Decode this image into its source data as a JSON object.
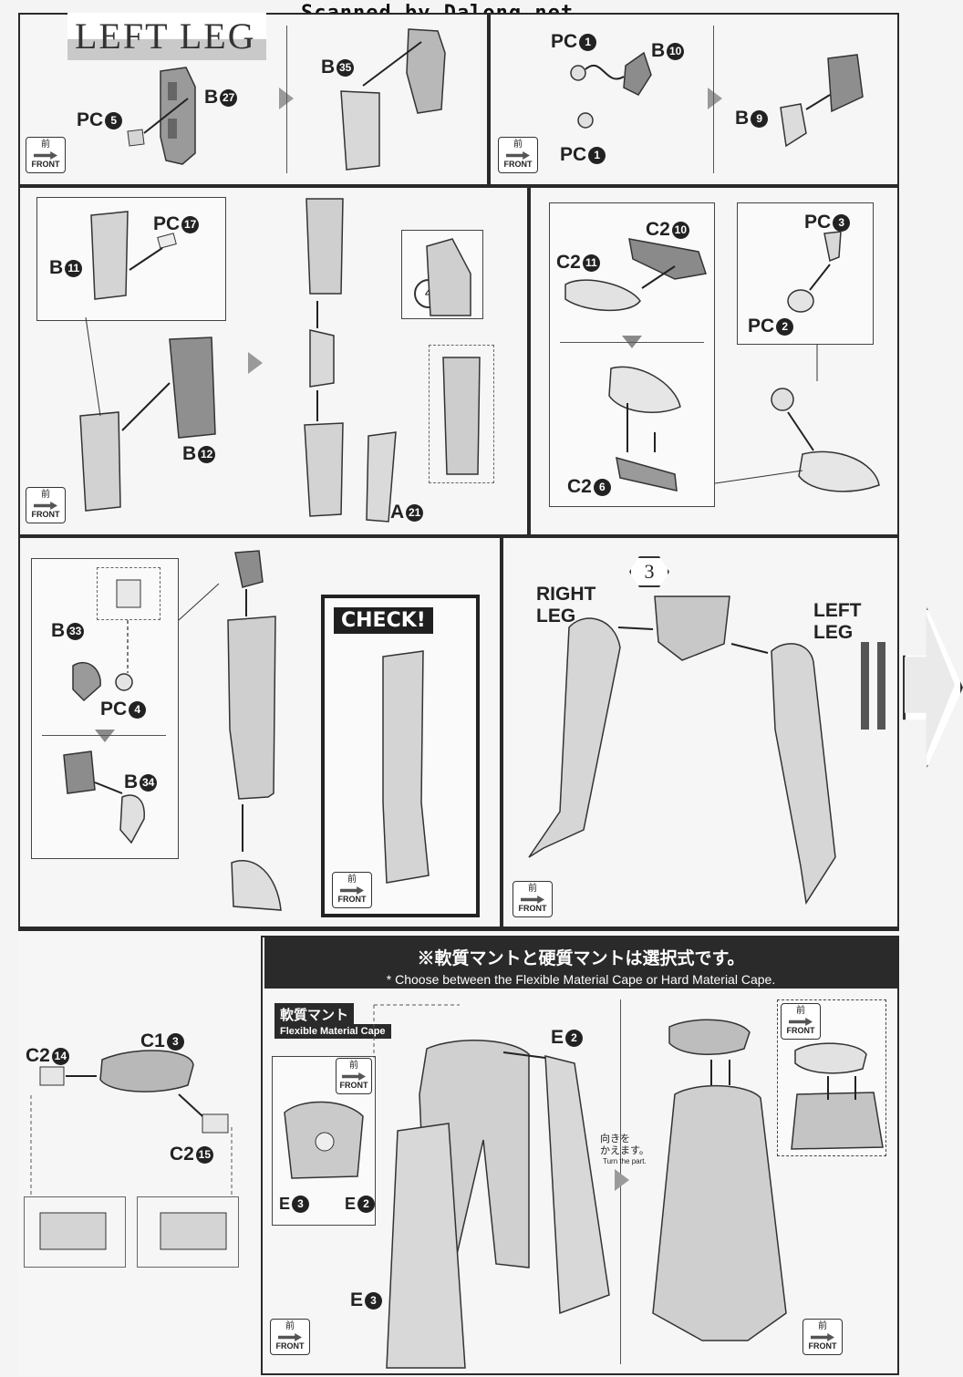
{
  "watermark": "Scanned by Dalong.net",
  "section_title": "LEFT LEG",
  "front_badge": {
    "kanji": "前",
    "text": "FRONT"
  },
  "check_label": "CHECK!",
  "step_number": "3",
  "leg_labels": {
    "right": "RIGHT\nLEG",
    "left": "LEFT\nLEG"
  },
  "step_marker": "4",
  "cape_note": {
    "jp": "※軟質マントと硬質マントは選択式です。",
    "en": "* Choose between the Flexible Material Cape or Hard Material Cape."
  },
  "flexible_cape": {
    "jp": "軟質マント",
    "en": "Flexible Material Cape"
  },
  "turn_part": {
    "jp": "向きを\nかえます。",
    "en": "Turn the part."
  },
  "parts": {
    "b27": {
      "prefix": "B",
      "num": "27"
    },
    "pc5": {
      "prefix": "PC",
      "num": "5"
    },
    "b35": {
      "prefix": "B",
      "num": "35"
    },
    "pc1a": {
      "prefix": "PC",
      "num": "1"
    },
    "pc1b": {
      "prefix": "PC",
      "num": "1"
    },
    "b10": {
      "prefix": "B",
      "num": "10"
    },
    "b9": {
      "prefix": "B",
      "num": "9"
    },
    "pc17": {
      "prefix": "PC",
      "num": "17"
    },
    "b11": {
      "prefix": "B",
      "num": "11"
    },
    "b12": {
      "prefix": "B",
      "num": "12"
    },
    "a21": {
      "prefix": "A",
      "num": "21"
    },
    "c210": {
      "prefix": "C2",
      "num": "10"
    },
    "c211": {
      "prefix": "C2",
      "num": "11"
    },
    "c26": {
      "prefix": "C2",
      "num": "6"
    },
    "pc3": {
      "prefix": "PC",
      "num": "3"
    },
    "pc2": {
      "prefix": "PC",
      "num": "2"
    },
    "b33": {
      "prefix": "B",
      "num": "33"
    },
    "pc4": {
      "prefix": "PC",
      "num": "4"
    },
    "b34": {
      "prefix": "B",
      "num": "34"
    },
    "c214": {
      "prefix": "C2",
      "num": "14"
    },
    "c13": {
      "prefix": "C1",
      "num": "3"
    },
    "c215": {
      "prefix": "C2",
      "num": "15"
    },
    "e2a": {
      "prefix": "E",
      "num": "2"
    },
    "e3a": {
      "prefix": "E",
      "num": "3"
    },
    "e3b": {
      "prefix": "E",
      "num": "3"
    },
    "e2b": {
      "prefix": "E",
      "num": "2"
    }
  }
}
